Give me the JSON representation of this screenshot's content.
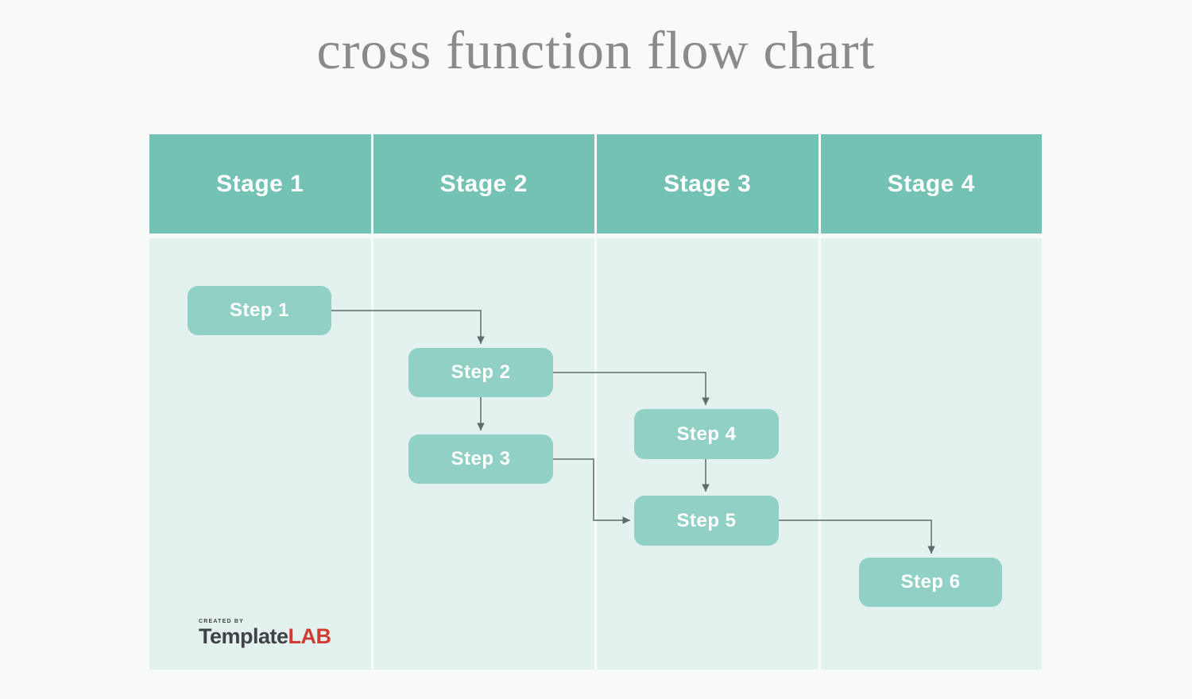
{
  "page": {
    "title": "cross function flow chart",
    "background_color": "#f8f9f9",
    "title_color": "#8a8a8a"
  },
  "diagram": {
    "type": "cross-functional-flowchart",
    "colors": {
      "stage_header_bg": "#74c2b4",
      "stage_header_text": "#ffffff",
      "lane_bg": "#e3f2ef",
      "node_bg": "#90d0c5",
      "node_text": "#ffffff",
      "connector": "#5d6b6b"
    },
    "stages": [
      {
        "label": "Stage 1"
      },
      {
        "label": "Stage 2"
      },
      {
        "label": "Stage 3"
      },
      {
        "label": "Stage 4"
      }
    ],
    "steps": [
      {
        "label": "Step 1",
        "stage": "Stage 1"
      },
      {
        "label": "Step 2",
        "stage": "Stage 2"
      },
      {
        "label": "Step 3",
        "stage": "Stage 2"
      },
      {
        "label": "Step 4",
        "stage": "Stage 3"
      },
      {
        "label": "Step 5",
        "stage": "Stage 3"
      },
      {
        "label": "Step 6",
        "stage": "Stage 4"
      }
    ],
    "connections": [
      {
        "from": "Step 1",
        "to": "Step 2"
      },
      {
        "from": "Step 2",
        "to": "Step 3"
      },
      {
        "from": "Step 2",
        "to": "Step 4"
      },
      {
        "from": "Step 4",
        "to": "Step 5"
      },
      {
        "from": "Step 3",
        "to": "Step 5"
      },
      {
        "from": "Step 5",
        "to": "Step 6"
      }
    ]
  },
  "footer": {
    "created_by": "CREATED BY",
    "brand_primary": "Template",
    "brand_accent": "LAB",
    "brand_primary_color": "#3e4347",
    "brand_accent_color": "#d23b33"
  }
}
